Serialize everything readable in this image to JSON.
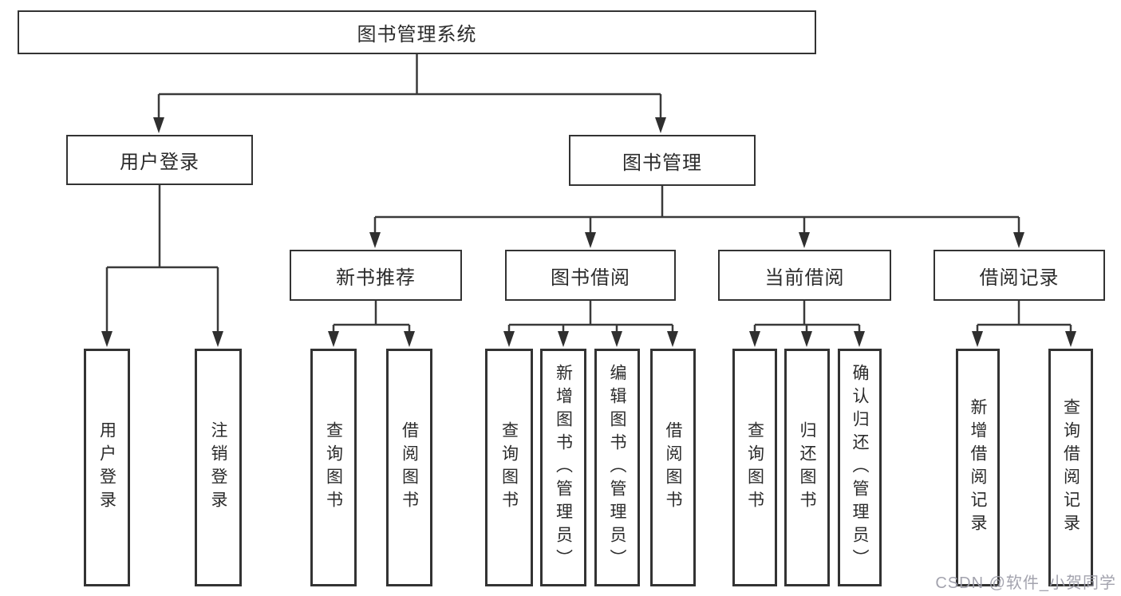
{
  "title": "图书管理系统",
  "colors": {
    "background": "#ffffff",
    "box_border": "#333333",
    "connector_line": "#3a3a3a",
    "arrowhead": "#2f2f2f",
    "text": "#2b2b2b",
    "watermark": "#9e9eaa"
  },
  "tree": {
    "root": {
      "label": "图书管理系统"
    },
    "branches": [
      {
        "label": "用户登录",
        "children": [
          "用户登录",
          "注销登录"
        ]
      },
      {
        "label": "图书管理",
        "groups": [
          {
            "label": "新书推荐",
            "children": [
              "查询图书",
              "借阅图书"
            ]
          },
          {
            "label": "图书借阅",
            "children": [
              "查询图书",
              "新增图书（管理员）",
              "编辑图书（管理员）",
              "借阅图书"
            ]
          },
          {
            "label": "当前借阅",
            "children": [
              "查询图书",
              "归还图书",
              "确认归还（管理员）"
            ]
          },
          {
            "label": "借阅记录",
            "children": [
              "新增借阅记录",
              "查询借阅记录"
            ]
          }
        ]
      }
    ]
  },
  "watermark": {
    "text": "CSDN @软件_小贺同学"
  }
}
